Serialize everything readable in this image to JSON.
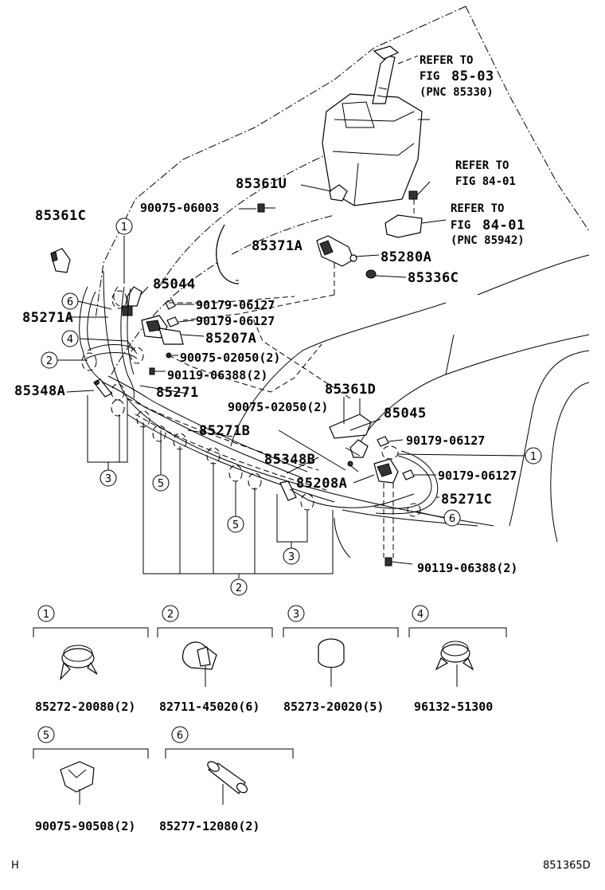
{
  "part_labels": {
    "p85361C": "85361C",
    "p85361U": "85361U",
    "p90075_06003": "90075-06003",
    "p85371A": "85371A",
    "p85280A": "85280A",
    "p85336C": "85336C",
    "p85044": "85044",
    "p85271A": "85271A",
    "p90179_06127_a": "90179-06127",
    "p90179_06127_b": "90179-06127",
    "p85207A": "85207A",
    "p90075_02050_a": "90075-02050(2)",
    "p90119_06388_a": "90119-06388(2)",
    "p85348A": "85348A",
    "p85271": "85271",
    "p85361D": "85361D",
    "p90075_02050_b": "90075-02050(2)",
    "p85045": "85045",
    "p85271B": "85271B",
    "p90179_06127_c": "90179-06127",
    "p85348B": "85348B",
    "p85208A": "85208A",
    "p90179_06127_d": "90179-06127",
    "p85271C": "85271C",
    "p90119_06388_b": "90119-06388(2)"
  },
  "references": {
    "ref1_line1": "REFER TO",
    "ref1_line2_prefix": "FIG",
    "ref1_line2_fig": "85-03",
    "ref1_line3": "(PNC 85330)",
    "ref2_line1": "REFER TO",
    "ref2_line2": "FIG 84-01",
    "ref3_line1": "REFER TO",
    "ref3_line2_prefix": "FIG",
    "ref3_line2_fig": "84-01",
    "ref3_line3": "(PNC 85942)"
  },
  "callouts": {
    "c1_top": "1",
    "c6_top": "6",
    "c4": "4",
    "c2_left": "2",
    "c3_left": "3",
    "c5_a": "5",
    "c5_b": "5",
    "c3_mid": "3",
    "c2_bottom": "2",
    "c1_right": "1",
    "c6_right": "6"
  },
  "legend": [
    {
      "num": "1",
      "part": "85272-20080(2)"
    },
    {
      "num": "2",
      "part": "82711-45020(6)"
    },
    {
      "num": "3",
      "part": "85273-20020(5)"
    },
    {
      "num": "4",
      "part": "96132-51300"
    },
    {
      "num": "5",
      "part": "90075-90508(2)"
    },
    {
      "num": "6",
      "part": "85277-12080(2)"
    }
  ],
  "footer": {
    "left": "H",
    "right": "851365D"
  }
}
